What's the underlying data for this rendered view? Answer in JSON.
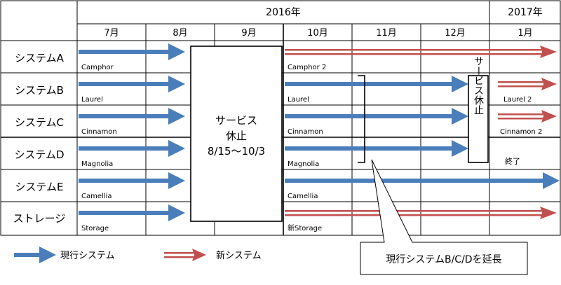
{
  "years": [
    "2016年",
    "2017年"
  ],
  "months": [
    "7月",
    "8月",
    "9月",
    "10月",
    "11月",
    "12月",
    "1月"
  ],
  "systems": [
    {
      "name": "システムA",
      "current": "Camphor",
      "next": "Camphor 2"
    },
    {
      "name": "システムB",
      "current": "Laurel",
      "next": "Laurel",
      "after": "Laurel 2"
    },
    {
      "name": "システムC",
      "current": "Cinnamon",
      "next": "Cinnamon",
      "after": "Cinnamon 2"
    },
    {
      "name": "システムD",
      "current": "Magnolia",
      "next": "Magnolia",
      "after": "終了"
    },
    {
      "name": "システムE",
      "current": "Camellia",
      "next": "Camellia"
    },
    {
      "name": "ストレージ",
      "current": "Storage",
      "next": "新Storage"
    }
  ],
  "outage": {
    "line1": "サービス",
    "line2": "休止",
    "line3": "8/15〜10/3"
  },
  "outage2": "サービス休止",
  "callout": "現行システムB/C/Dを延長",
  "legend": {
    "current": "現行システム",
    "new": "新システム"
  },
  "colors": {
    "current": "#4a7ebb",
    "new": "#c0504d",
    "grid": "#000000"
  }
}
